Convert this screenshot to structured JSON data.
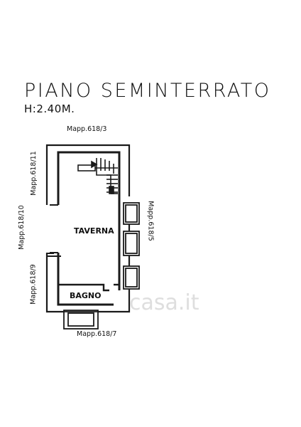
{
  "title": "PIANO  SEMINTERRATO",
  "height_label": "H:2.40M.",
  "rooms": {
    "taverna": "TAVERNA",
    "bagno": "BAGNO"
  },
  "parcels": {
    "top": "Mapp.618/3",
    "left_upper": "Mapp.618/11",
    "left_middle": "Mapp.618/10",
    "left_lower": "Mapp.618/9",
    "right": "Mapp.618/5",
    "bottom": "Mapp.618/7"
  },
  "watermark": "casa.it",
  "colors": {
    "wall": "#1a1a1a",
    "background": "#ffffff"
  }
}
